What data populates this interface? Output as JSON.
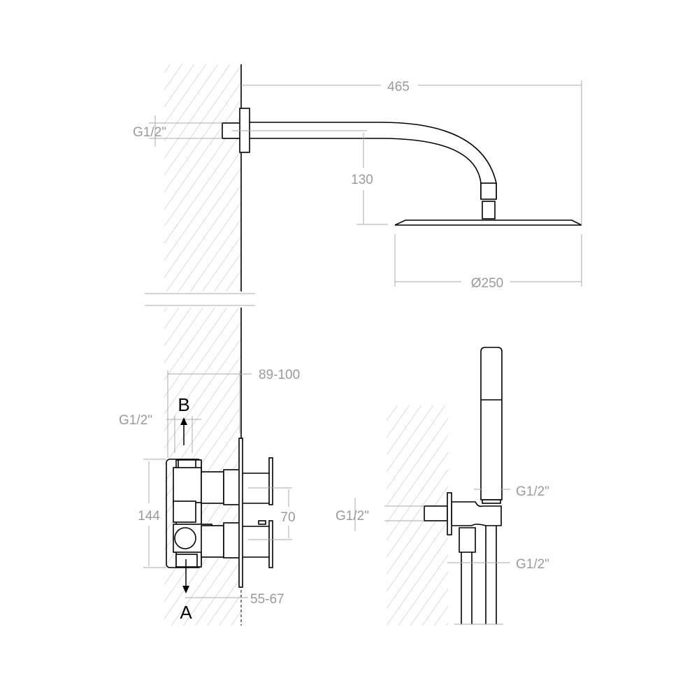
{
  "top_view": {
    "overall_length": "465",
    "drop_height": "130",
    "head_diameter": "Ø250",
    "inlet_thread": "G1/2\""
  },
  "valve_view": {
    "depth_range": "89-100",
    "outlet_b_label": "B",
    "outlet_a_label": "A",
    "thread": "G1/2\"",
    "body_height": "144",
    "handle_spacing": "70",
    "plate_offset": "55-67"
  },
  "hand_shower_view": {
    "handset_thread": "G1/2\"",
    "wall_thread": "G1/2\"",
    "hose_thread": "G1/2\""
  },
  "colors": {
    "line": "#000000",
    "dimension": "#9a9a9a",
    "hatch": "#b8b8b8"
  }
}
